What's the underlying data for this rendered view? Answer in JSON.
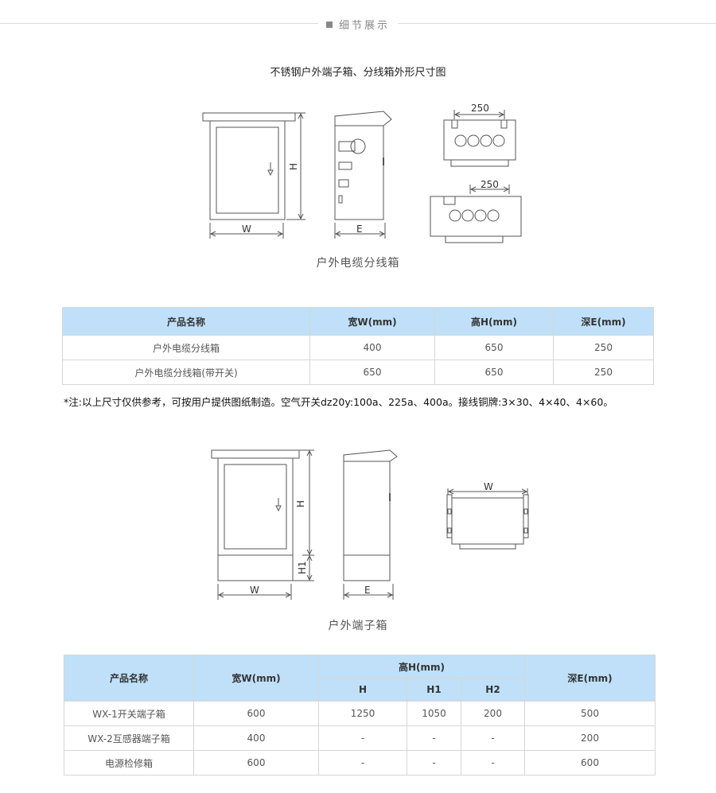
{
  "section": {
    "title": "细节展示",
    "icon": "square-icon"
  },
  "drawing1": {
    "title": "不锈钢户外端子箱、分线箱外形尺寸图",
    "caption": "户外电缆分线箱",
    "labels": {
      "h": "H",
      "w": "W",
      "e": "E",
      "dim_top": "250",
      "dim_bottom": "250"
    }
  },
  "table1": {
    "headers": [
      "产品名称",
      "宽W(mm)",
      "高H(mm)",
      "深E(mm)"
    ],
    "rows": [
      [
        "户外电缆分线箱",
        "400",
        "650",
        "250"
      ],
      [
        "户外电缆分线箱(带开关)",
        "650",
        "650",
        "250"
      ]
    ]
  },
  "note": "*注:以上尺寸仅供参考，可按用户提供图纸制造。空气开关dz20y:100a、225a、400a。接线铜牌:3×30、4×40、4×60。",
  "drawing2": {
    "caption": "户外端子箱",
    "labels": {
      "h": "H",
      "h1": "H1",
      "w": "W",
      "e": "E",
      "w_top": "W"
    }
  },
  "table2": {
    "headers": {
      "name": "产品名称",
      "width": "宽W(mm)",
      "height": "高H(mm)",
      "h": "H",
      "h1": "H1",
      "h2": "H2",
      "depth": "深E(mm)"
    },
    "rows": [
      [
        "WX-1开关端子箱",
        "600",
        "1250",
        "1050",
        "200",
        "500"
      ],
      [
        "WX-2互感器端子箱",
        "400",
        "-",
        "-",
        "-",
        "200"
      ],
      [
        "电源检修箱",
        "600",
        "-",
        "-",
        "-",
        "600"
      ]
    ]
  }
}
